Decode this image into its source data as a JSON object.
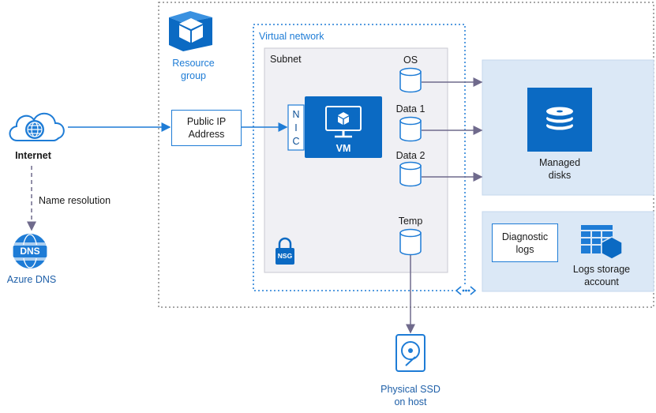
{
  "resource_group": {
    "line1": "Resource",
    "line2": "group"
  },
  "vnet": {
    "label": "Virtual network"
  },
  "subnet": {
    "label": "Subnet"
  },
  "internet": {
    "label": "Internet"
  },
  "name_resolution": {
    "label": "Name resolution"
  },
  "azure_dns": {
    "label": "Azure DNS",
    "icon_text": "DNS"
  },
  "public_ip": {
    "line1": "Public IP",
    "line2": "Address"
  },
  "nic": {
    "letters": [
      "N",
      "I",
      "C"
    ]
  },
  "vm": {
    "label": "VM"
  },
  "disks": {
    "os": "OS",
    "data1": "Data 1",
    "data2": "Data 2",
    "temp": "Temp"
  },
  "nsg": {
    "label": "NSG"
  },
  "managed_disks": {
    "line1": "Managed",
    "line2": "disks"
  },
  "diagnostic_logs": {
    "line1": "Diagnostic",
    "line2": "logs"
  },
  "logs_storage": {
    "line1": "Logs storage",
    "line2": "account"
  },
  "physical_ssd": {
    "line1": "Physical SSD",
    "line2": "on host"
  },
  "colors": {
    "azure_blue": "#1e7cd6",
    "dark_blue": "#0b6ac3",
    "panel": "#dbe8f6",
    "subnet": "#f0f0f4",
    "arrow": "#6f6a8c"
  }
}
